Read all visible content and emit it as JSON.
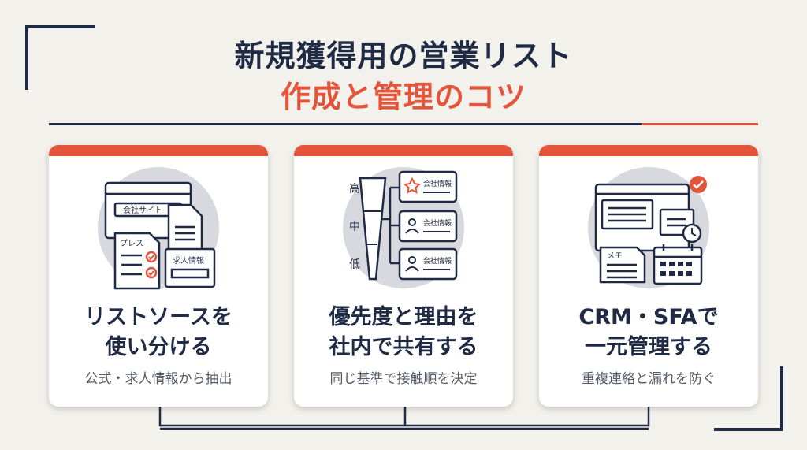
{
  "title": {
    "line1": "新規獲得用の営業リスト",
    "line2": "作成と管理のコツ"
  },
  "cards": [
    {
      "heading_line1": "リストソースを",
      "heading_line2": "使い分ける",
      "subtitle": "公式・求人情報から抽出",
      "icon_labels": {
        "website": "会社サイト",
        "press": "プレス",
        "jobs": "求人情報"
      }
    },
    {
      "heading_line1": "優先度と理由を",
      "heading_line2": "社内で共有する",
      "subtitle": "同じ基準で接触順を決定",
      "icon_labels": {
        "high": "高",
        "mid": "中",
        "low": "低",
        "company": "会社情報"
      }
    },
    {
      "heading_line1": "CRM・SFAで",
      "heading_line2": "一元管理する",
      "subtitle": "重複連絡と漏れを防ぐ",
      "icon_labels": {
        "memo": "メモ"
      }
    }
  ],
  "colors": {
    "navy": "#1f2a44",
    "accent": "#e4543a",
    "background": "#f3f1ec",
    "circle": "#d8d9df"
  }
}
